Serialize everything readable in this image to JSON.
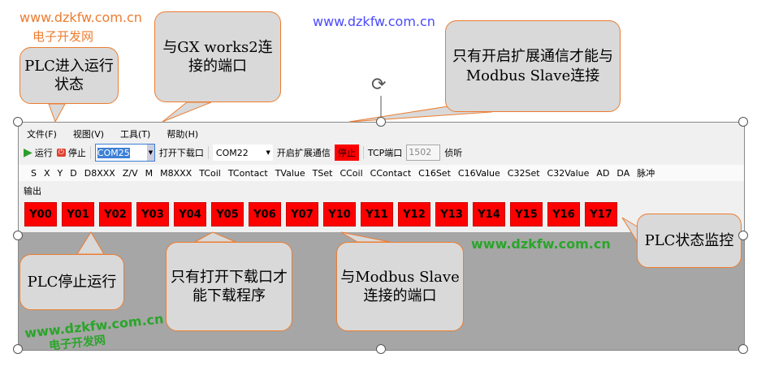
{
  "menu": [
    "文件(F)",
    "视图(V)",
    "工具(T)",
    "帮助(H)"
  ],
  "toolbar": {
    "run": "运行",
    "stop": "停止",
    "com_download": "COM25",
    "open_download": "打开下载口",
    "com_modbus": "COM22",
    "open_ext": "开启扩展通信",
    "stop_ext": "停止",
    "tcp_label": "TCP端口",
    "tcp_port": "1502",
    "listen": "侦听"
  },
  "tabs": [
    "S",
    "X",
    "Y",
    "D",
    "D8XXX",
    "Z/V",
    "M",
    "M8XXX",
    "TCoil",
    "TContact",
    "TValue",
    "TSet",
    "CCoil",
    "CContact",
    "C16Set",
    "C16Value",
    "C32Set",
    "C32Value",
    "AD",
    "DA",
    "脉冲"
  ],
  "output_label": "输出",
  "outputs": [
    "Y00",
    "Y01",
    "Y02",
    "Y03",
    "Y04",
    "Y05",
    "Y06",
    "Y07",
    "Y10",
    "Y11",
    "Y12",
    "Y13",
    "Y14",
    "Y15",
    "Y16",
    "Y17"
  ],
  "callouts": {
    "run": "PLC进入运行状态",
    "gx": "与GX works2连接的端口",
    "ext": "只有开启扩展通信才能与Modbus Slave连接",
    "monitor": "PLC状态监控",
    "stop": "PLC停止运行",
    "download": "只有打开下载口才能下载程序",
    "modbus": "与Modbus Slave连接的端口"
  },
  "watermarks": {
    "url": "www.dzkfw.com.cn",
    "name": "电子开发网"
  },
  "colors": {
    "accent": "#ed7d31",
    "output_on": "#ff0000"
  }
}
